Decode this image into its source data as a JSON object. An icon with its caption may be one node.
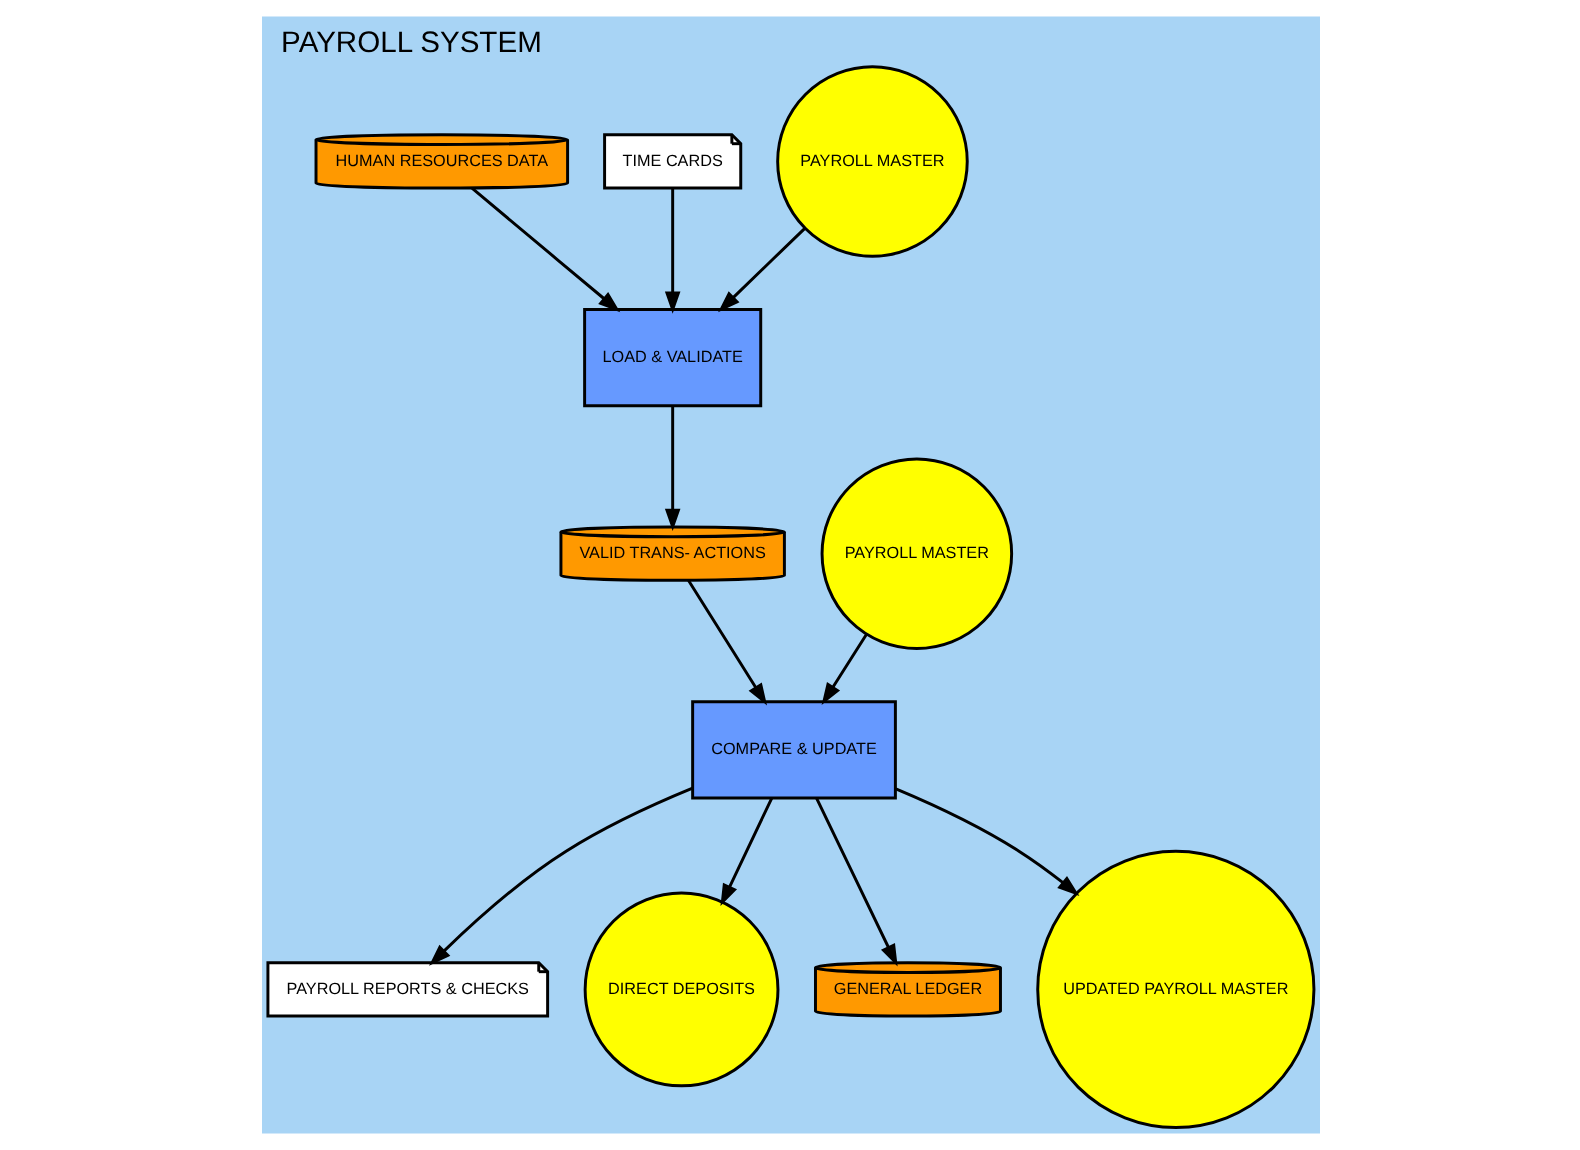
{
  "diagram": {
    "title": "PAYROLL SYSTEM",
    "nodes": [
      {
        "text": [
          "HUMAN RESOURCES DATA"
        ]
      },
      {
        "text": [
          "TIME CARDS"
        ]
      },
      {
        "text": [
          "PAYROLL MASTER"
        ]
      },
      {
        "text": [
          "LOAD & VALIDATE"
        ]
      },
      {
        "text": [
          "VALID TRANS- ACTIONS"
        ]
      },
      {
        "text": [
          "PAYROLL MASTER"
        ]
      },
      {
        "text": [
          "COMPARE & UPDATE"
        ]
      },
      {
        "text": [
          "PAYROLL REPORTS & CHECKS"
        ]
      },
      {
        "text": [
          "DIRECT DEPOSITS"
        ]
      },
      {
        "text": [
          "GENERAL LEDGER"
        ]
      },
      {
        "text": [
          "UPDATED PAYROLL MASTER"
        ]
      }
    ],
    "edges": [
      {
        "from": 0,
        "to": 3,
        "arrow": "to"
      },
      {
        "from": 1,
        "to": 3,
        "arrow": "to"
      },
      {
        "from": 2,
        "to": 3,
        "arrow": "to"
      },
      {
        "from": 3,
        "to": 4,
        "arrow": "to"
      },
      {
        "from": 4,
        "to": 6,
        "arrow": "to"
      },
      {
        "from": 5,
        "to": 6,
        "arrow": "to"
      },
      {
        "from": 6,
        "to": 7,
        "arrow": "to"
      },
      {
        "from": 6,
        "to": 8,
        "arrow": "to"
      },
      {
        "from": 6,
        "to": 9,
        "arrow": "to"
      },
      {
        "from": 6,
        "to": 10,
        "arrow": "to"
      }
    ]
  }
}
